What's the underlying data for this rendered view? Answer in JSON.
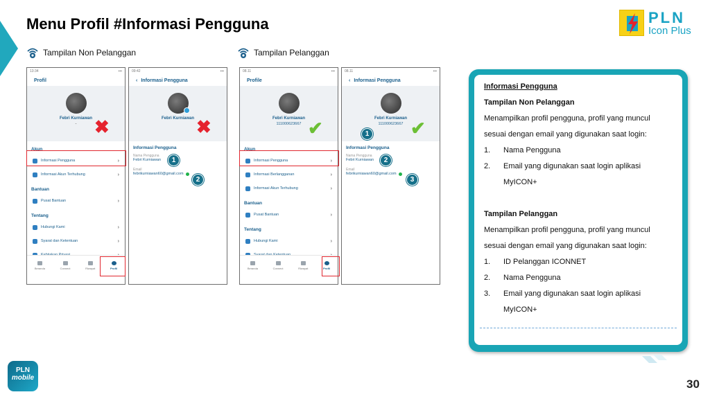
{
  "slide": {
    "title": "Menu Profil #Informasi Pengguna",
    "page_number": "30",
    "accent_color": "#19a5b5",
    "sections": {
      "left": "Tampilan Non Pelanggan",
      "right": "Tampilan Pelanggan"
    }
  },
  "logo": {
    "brand": "PLN",
    "sub": "Icon Plus"
  },
  "app_logo": {
    "line1": "PLN",
    "line2": "mobile"
  },
  "phone1": {
    "status": "13:34",
    "title": "Profil",
    "name": "Febri Kurniawan",
    "dash": "-",
    "sections": {
      "akun": "Akun",
      "bantuan": "Bantuan",
      "tentang": "Tentang"
    },
    "items": {
      "info_pengguna": "Informasi Pengguna",
      "info_akun": "Informasi Akun Terhubung",
      "pusat": "Pusat Bantuan",
      "hubungi": "Hubungi Kami",
      "syarat": "Syarat dan Ketentuan",
      "kebijakan": "Kebijakan Privasi"
    },
    "nav": {
      "beranda": "Beranda",
      "connect": "Connect",
      "riwayat": "Riwayat",
      "profil": "Profil"
    }
  },
  "phone2": {
    "status": "09:42",
    "title": "Informasi Pengguna",
    "name": "Febri Kurniawan",
    "section": "Informasi Pengguna",
    "name_label": "Nama Pengguna",
    "name_value": "Febri Kurniawan",
    "email_label": "Email",
    "email_value": "febrikurniawan60@gmail.com"
  },
  "phone3": {
    "status": "08.11",
    "title": "Profile",
    "name": "Febri Kurniawan",
    "customer_id": "111000623667",
    "sections": {
      "akun": "Akun",
      "bantuan": "Bantuan",
      "tentang": "Tentang"
    },
    "items": {
      "info_pengguna": "Informasi Pengguna",
      "info_langganan": "Informasi Berlangganan",
      "info_akun": "Informasi Akun Terhubung",
      "pusat": "Pusat Bantuan",
      "hubungi": "Hubungi Kami",
      "syarat": "Syarat dan Ketentuan"
    },
    "nav": {
      "beranda": "Beranda",
      "connect": "Connect",
      "riwayat": "Riwayat",
      "profil": "Profil"
    }
  },
  "phone4": {
    "status": "08.11",
    "title": "Informasi Pengguna",
    "name": "Febri Kurniawan",
    "customer_id": "111000623667",
    "section": "Informasi Pengguna",
    "name_label": "Nama Pengguna",
    "name_value": "Febri Kurniawan",
    "email_label": "Email",
    "email_value": "febrikurniawan60@gmail.com"
  },
  "badges": {
    "one": "1",
    "two": "2",
    "three": "3"
  },
  "marks": {
    "cross": "✖",
    "check": "✔"
  },
  "info": {
    "heading": "Informasi Pengguna",
    "non_title": "Tampilan Non Pelanggan",
    "non_desc1": "Menampilkan profil pengguna, profil yang muncul",
    "non_desc2": "sesuai dengan email yang digunakan saat login:",
    "non_items": [
      {
        "num": "1.",
        "text": "Nama Pengguna"
      },
      {
        "num": "2.",
        "text": "Email yang digunakan saat login aplikasi"
      }
    ],
    "non_cont": "MyICON+",
    "pel_title": "Tampilan Pelanggan",
    "pel_desc1": "Menampilkan profil pengguna, profil yang muncul",
    "pel_desc2": "sesuai dengan email yang digunakan saat login:",
    "pel_items": [
      {
        "num": "1.",
        "text": "ID Pelanggan ICONNET"
      },
      {
        "num": "2.",
        "text": "Nama Pengguna"
      },
      {
        "num": "3.",
        "text": "Email yang digunakan saat login aplikasi"
      }
    ],
    "pel_cont": "MyICON+"
  }
}
